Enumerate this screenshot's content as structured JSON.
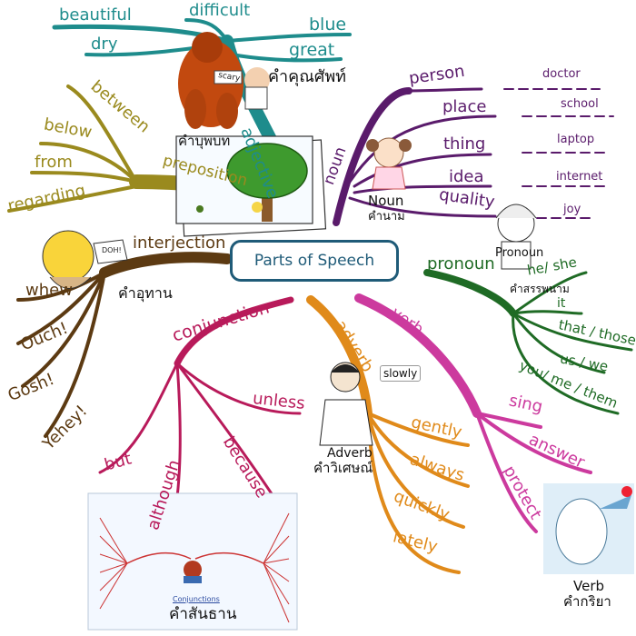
{
  "title": "Parts of Speech",
  "colors": {
    "adjective": "#1e8c8c",
    "noun": "#5a1b6b",
    "preposition": "#9a8a1e",
    "pronoun": "#1f6b25",
    "interjection": "#5c3a12",
    "conjunction": "#b81a5a",
    "adverb": "#e08a1a",
    "verb": "#cc3a9e",
    "center": "#1f5b78"
  },
  "adjective": {
    "branch": "adjective",
    "thai": "คำคุณศัพท์",
    "words": [
      "beautiful",
      "difficult",
      "blue",
      "dry",
      "great"
    ],
    "callout": "scary"
  },
  "noun": {
    "branch": "noun",
    "caption": "Noun",
    "thai": "คำนาม",
    "words": [
      "person",
      "place",
      "thing",
      "idea",
      "quality"
    ],
    "examples": [
      "doctor",
      "school",
      "laptop",
      "internet",
      "joy"
    ]
  },
  "preposition": {
    "branch": "preposition",
    "thai": "คำบุพบท",
    "words": [
      "between",
      "below",
      "from",
      "regarding"
    ]
  },
  "interjection": {
    "branch": "interjection",
    "thai": "คำอุทาน",
    "words": [
      "whew",
      "Ouch!",
      "Gosh!",
      "Yehey!"
    ],
    "bubble": "DOH!"
  },
  "pronoun": {
    "branch": "pronoun",
    "caption": "Pronoun",
    "thai": "คำสรรพนาม",
    "words": [
      "he/ she",
      "it",
      "that / those",
      "us / we",
      "you/ me / them"
    ]
  },
  "conjunction": {
    "branch": "conjunction",
    "thai": "คำสันธาน",
    "words": [
      "unless",
      "but",
      "although",
      "because"
    ],
    "inset_title": "Conjunctions"
  },
  "adverb": {
    "branch": "adverb",
    "caption": "Adverb",
    "thai": "คำวิเศษณ์",
    "words": [
      "gently",
      "always",
      "quickly",
      "lately"
    ],
    "callout": "slowly"
  },
  "verb": {
    "branch": "verb",
    "caption": "Verb",
    "thai": "คำกริยา",
    "words": [
      "sing",
      "answer",
      "protect"
    ]
  }
}
